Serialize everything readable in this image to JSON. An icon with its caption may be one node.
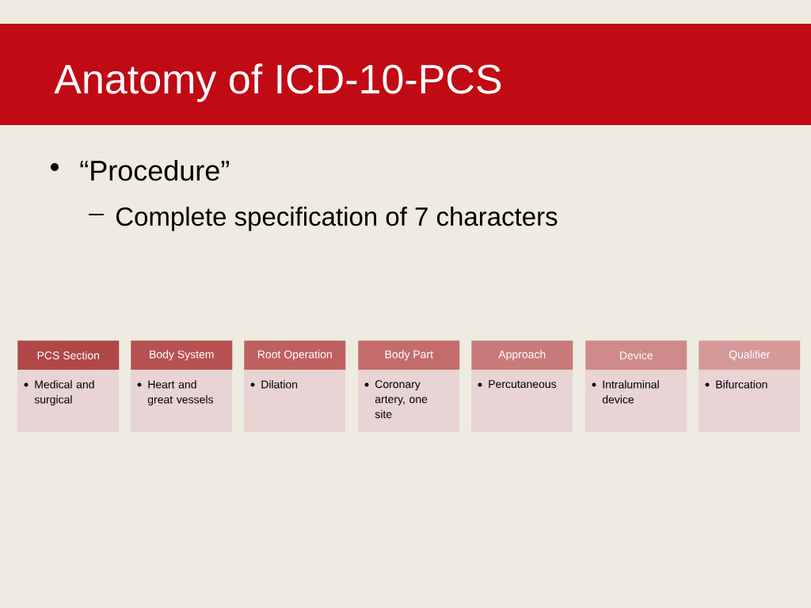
{
  "diagram": {
    "title": "Anatomy of ICD-10-PCS",
    "nodes": [
      {
        "text": [
          "PCS Section",
          "Medical and surgical"
        ]
      },
      {
        "text": [
          "Body System",
          "Heart and great vessels"
        ]
      },
      {
        "text": [
          "Root Operation",
          "Dilation"
        ]
      },
      {
        "text": [
          "Body Part",
          "Coronary artery, one site"
        ]
      },
      {
        "text": [
          "Approach",
          "Percutaneous"
        ]
      },
      {
        "text": [
          "Device",
          "Intraluminal device"
        ]
      },
      {
        "text": [
          "Qualifier",
          "Bifurcation"
        ]
      }
    ],
    "labels": [
      "“Procedure”",
      "Complete specification of 7 characters"
    ]
  }
}
